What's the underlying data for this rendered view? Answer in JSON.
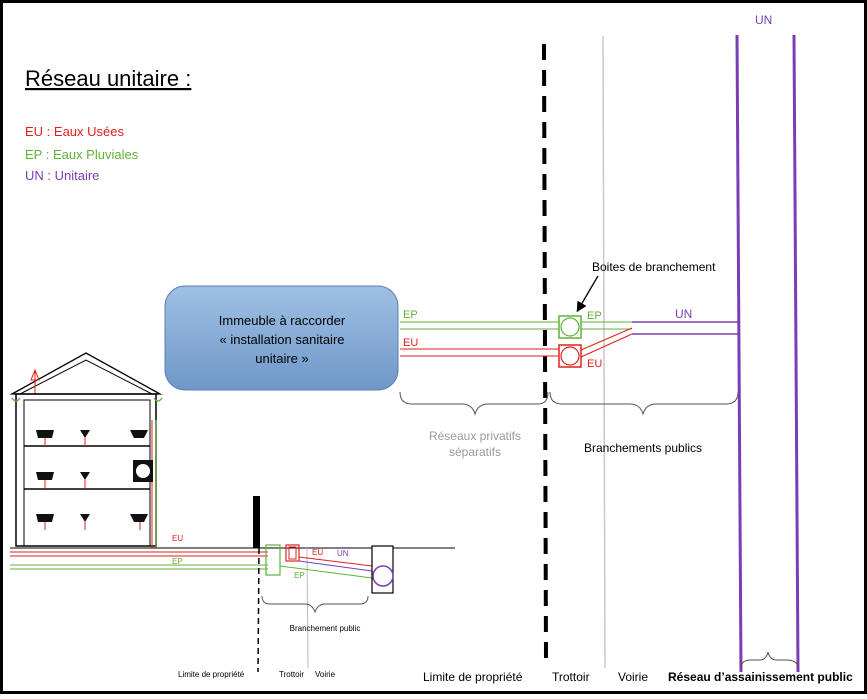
{
  "title": "Réseau unitaire :",
  "legend": [
    {
      "text": "EU : Eaux Usées",
      "color": "#e0201c"
    },
    {
      "text": "EP : Eaux Pluviales",
      "color": "#5fb236"
    },
    {
      "text": "UN : Unitaire",
      "color": "#7a3db5"
    }
  ],
  "colors": {
    "eu": "#e0201c",
    "ep": "#5fb236",
    "un": "#7a3db5",
    "building_fill": "#7fa8d6",
    "grey_label": "#9a9a9a"
  },
  "labels": {
    "un_top": "UN",
    "boites": "Boites de branchement",
    "building_line1": "Immeuble à raccorder",
    "building_line2": "« installation sanitaire",
    "building_line3": "unitaire »",
    "ep_main": "EP",
    "eu_main": "EU",
    "ep_box": "EP",
    "eu_box": "EU",
    "un_main": "UN",
    "reseaux_privatifs_1": "Réseaux privatifs",
    "reseaux_privatifs_2": "séparatifs",
    "branchements_publics": "Branchements publics",
    "small_eu": "EU",
    "small_ep": "EP",
    "small_eu_box": "EU",
    "small_un": "UN",
    "small_ep_box": "EP",
    "branchement_public": "Branchement public",
    "limite_small": "Limite de propriété",
    "trottoir_small": "Trottoir",
    "voirie_small": "Voirie",
    "limite_big": "Limite de propriété",
    "trottoir_big": "Trottoir",
    "voirie_big": "Voirie",
    "reseau_public": "Réseau d’assainissement public"
  }
}
